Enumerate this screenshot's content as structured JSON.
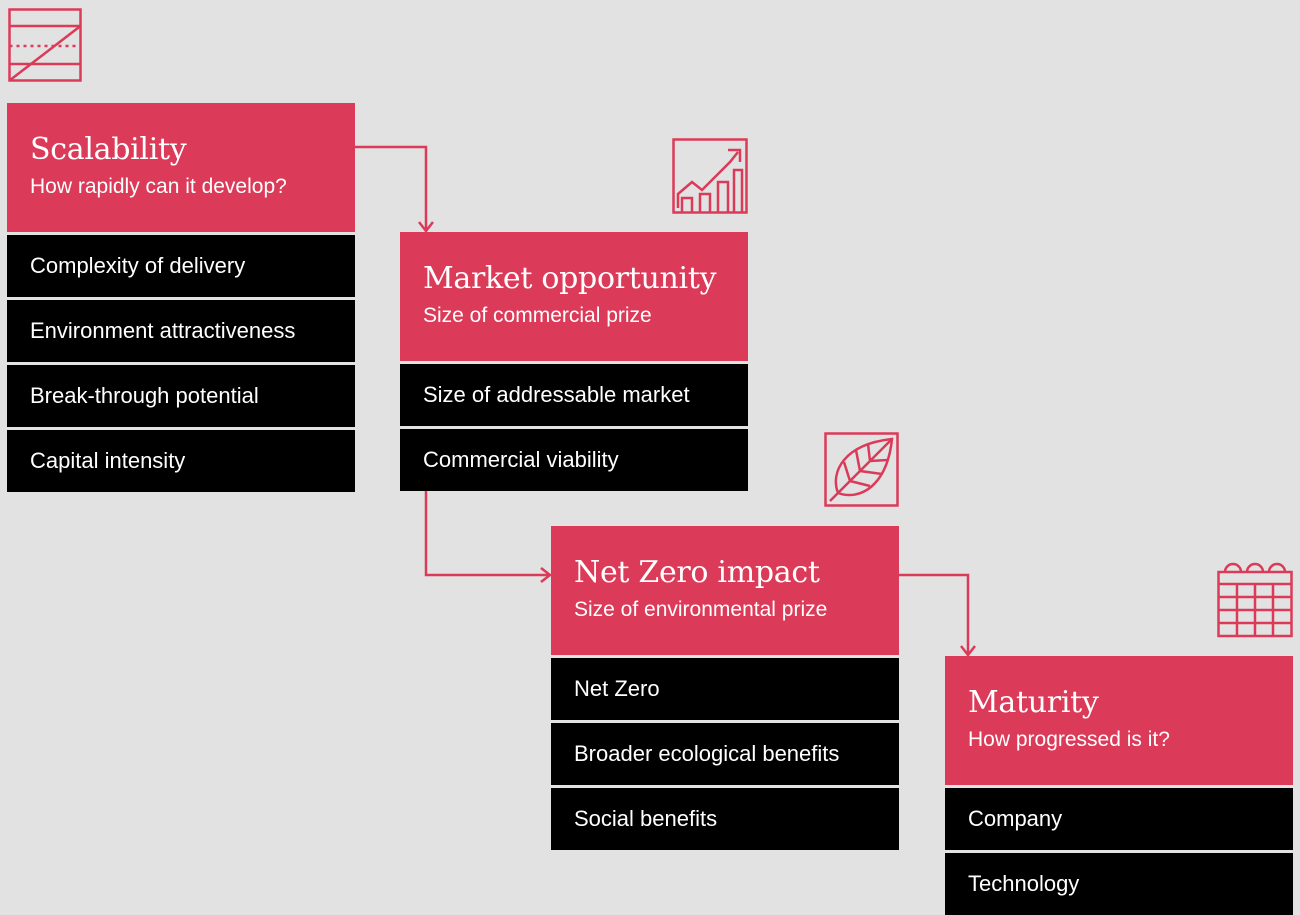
{
  "colors": {
    "accent": "#db3a58",
    "item_bg": "#000000",
    "background": "#e2e2e2"
  },
  "steps": [
    {
      "icon": "slope-icon",
      "title": "Scalability",
      "subtitle": "How rapidly can it develop?",
      "items": [
        "Complexity of delivery",
        "Environment attractiveness",
        "Break-through potential",
        "Capital intensity"
      ]
    },
    {
      "icon": "growth-chart-icon",
      "title": "Market opportunity",
      "subtitle": "Size of commercial prize",
      "items": [
        "Size of addressable market",
        "Commercial viability"
      ]
    },
    {
      "icon": "leaf-icon",
      "title": "Net Zero impact",
      "subtitle": "Size of environmental prize",
      "items": [
        "Net Zero",
        "Broader ecological benefits",
        "Social benefits"
      ]
    },
    {
      "icon": "calendar-icon",
      "title": "Maturity",
      "subtitle": "How progressed is it?",
      "items": [
        "Company",
        "Technology"
      ]
    }
  ]
}
